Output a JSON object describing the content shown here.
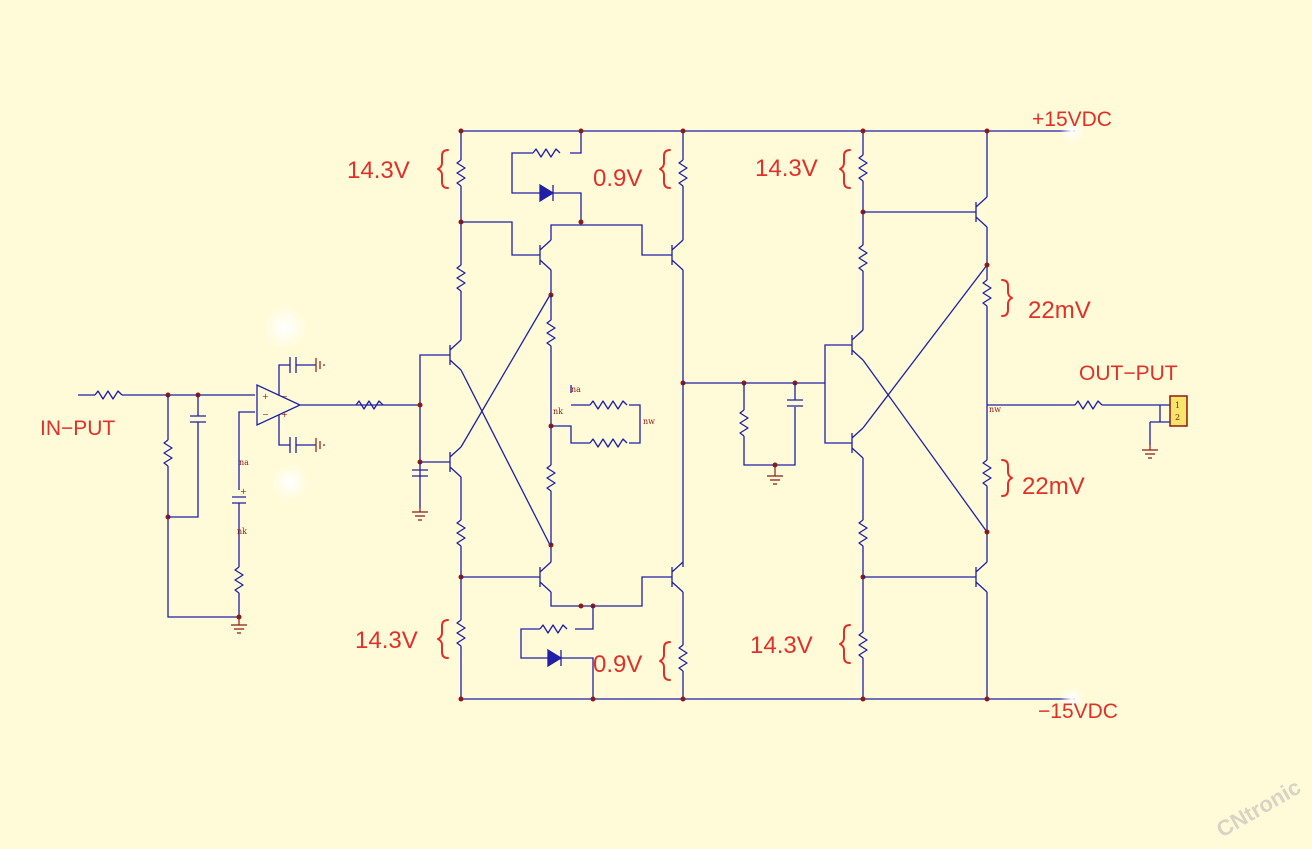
{
  "rail_labels": {
    "positive": "+15VDC",
    "negative": "−15VDC"
  },
  "io_labels": {
    "input": "IN−PUT",
    "output": "OUT−PUT"
  },
  "voltage_labels": {
    "v_a": "14.3V",
    "v_b": "0.9V",
    "v_c": "14.3V",
    "v_d": "14.3V",
    "v_e": "0.9V",
    "v_f": "14.3V",
    "mv_top": "22mV",
    "mv_bottom": "22mV"
  },
  "net_labels": {
    "na_left": "na",
    "nk_left": "nk",
    "na_mid": "na",
    "nk_mid": "nk",
    "nw_mid": "nw",
    "nw_out": "nw"
  },
  "opamp_pins": {
    "plus_top": "+",
    "minus_top": "−",
    "minus_in": "−",
    "plus_in": "+",
    "plus_cap": "+"
  },
  "connector_pins": {
    "pin1": "1",
    "pin2": "2"
  },
  "watermark": "CNtronic",
  "colors": {
    "background": "#fffbd9",
    "wire": "#1f1fa8",
    "annotation": "#e03028",
    "junction": "#8b1a1a"
  }
}
